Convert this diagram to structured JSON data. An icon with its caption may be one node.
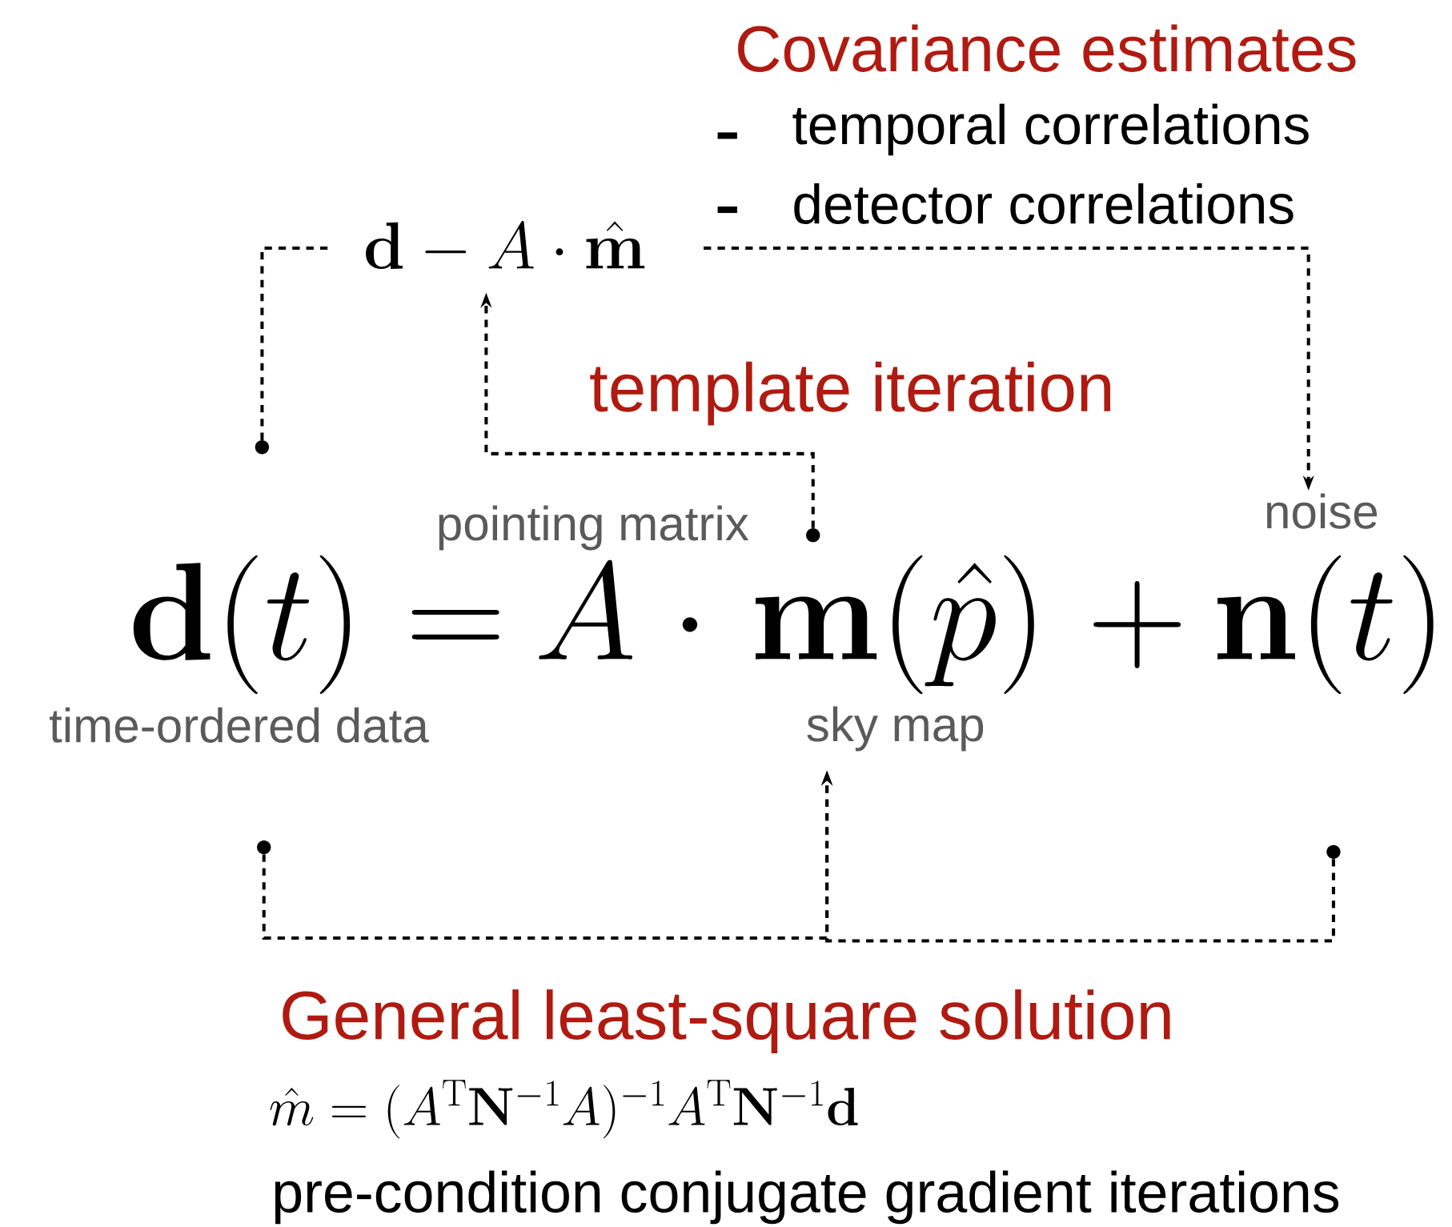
{
  "diagram": {
    "nodes": [
      {
        "text": [
          "\\mathbf{d} - A \\cdot \\hat{\\mathbf{m}}"
        ]
      },
      {
        "text": [],
        "shape": "circle"
      },
      {
        "text": [],
        "shape": "circle"
      },
      {
        "text": [
          "\\mathbf{d}(t)"
        ],
        "beside": [
          "time-ordered data"
        ]
      },
      {
        "text": [
          "A"
        ],
        "beside": [
          "pointing matrix"
        ]
      },
      {
        "text": [
          "\\mathbf{m}(\\hat{p})"
        ],
        "beside": [
          "sky map"
        ]
      },
      {
        "text": [
          "\\mathbf{n}(t)"
        ],
        "beside": [
          "noise"
        ]
      },
      {
        "text": [],
        "shape": "circle"
      },
      {
        "text": [],
        "shape": "circle"
      }
    ],
    "edges": [
      {
        "from": 1,
        "to": 0,
        "arrow": "none"
      },
      {
        "from": 0,
        "to": 6,
        "arrow": "to"
      },
      {
        "from": 2,
        "to": 0,
        "arrow": "to",
        "label": "template iteration"
      },
      {
        "from": 7,
        "to": 5,
        "arrow": "to"
      },
      {
        "from": 8,
        "to": 5,
        "arrow": "to"
      }
    ],
    "labels": [
      "Covariance estimates",
      "temporal correlations",
      "detector correlations",
      "=",
      "\\cdot",
      "+",
      "General least-square solution",
      "\\hat{m} = (A^{\\mathrm{T}}\\mathbf{N}^{-1}A)^{-1}A^{\\mathrm{T}}\\mathbf{N}^{-1}\\mathbf{d}",
      "pre-condition conjugate gradient iterations"
    ]
  }
}
